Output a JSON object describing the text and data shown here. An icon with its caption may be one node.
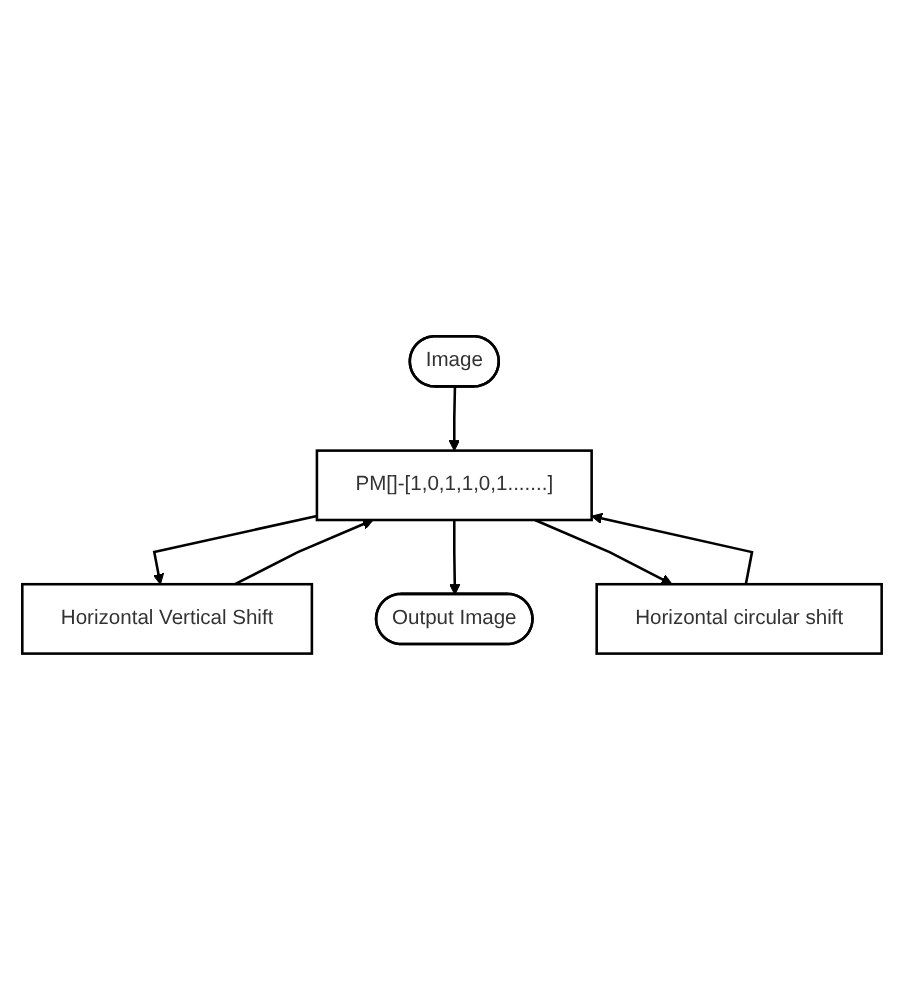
{
  "diagram": {
    "nodes": [
      {
        "text": [
          "Image"
        ]
      },
      {
        "text": [
          "PM[]-[1,0,1,1,0,1.......]"
        ]
      },
      {
        "text": [
          "Horizontal Vertical Shift"
        ]
      },
      {
        "text": [
          "Horizontal circular shift"
        ]
      },
      {
        "text": [
          "Output Image"
        ]
      }
    ],
    "edges": [
      {
        "from": 0,
        "to": 1,
        "arrow": "to"
      },
      {
        "from": 1,
        "to": 2,
        "arrow": "to"
      },
      {
        "from": 2,
        "to": 1,
        "arrow": "to"
      },
      {
        "from": 1,
        "to": 4,
        "arrow": "to"
      },
      {
        "from": 1,
        "to": 3,
        "arrow": "to"
      },
      {
        "from": 3,
        "to": 1,
        "arrow": "to"
      }
    ]
  }
}
